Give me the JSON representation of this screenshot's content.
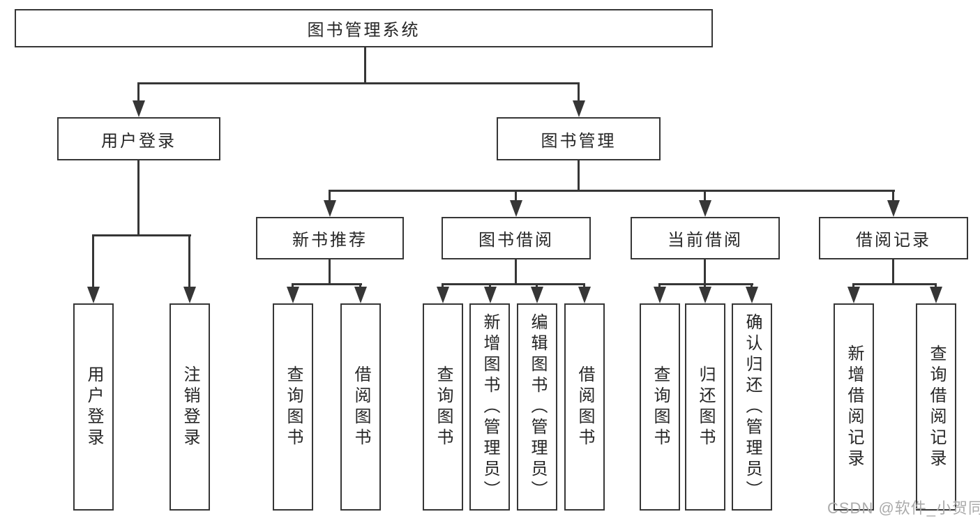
{
  "tree": {
    "root": {
      "label": "图书管理系统"
    },
    "branches": [
      {
        "label": "用户登录",
        "children": [
          "用户登录",
          "注销登录"
        ]
      },
      {
        "label": "图书管理",
        "children": [
          {
            "label": "新书推荐",
            "children": [
              "查询图书",
              "借阅图书"
            ]
          },
          {
            "label": "图书借阅",
            "children": [
              "查询图书",
              "新增图书（管理员）",
              "编辑图书（管理员）",
              "借阅图书"
            ]
          },
          {
            "label": "当前借阅",
            "children": [
              "查询图书",
              "归还图书",
              "确认归还（管理员）"
            ]
          },
          {
            "label": "借阅记录",
            "children": [
              "新增借阅记录",
              "查询借阅记录"
            ]
          }
        ]
      }
    ]
  },
  "watermark": {
    "text": "CSDN @软件_小贺同学"
  },
  "colors": {
    "line": "#363636",
    "box_border": "#363636",
    "box_fill": "#ffffff",
    "text": "#262626",
    "watermark": "#ababab",
    "background": "#ffffff"
  }
}
